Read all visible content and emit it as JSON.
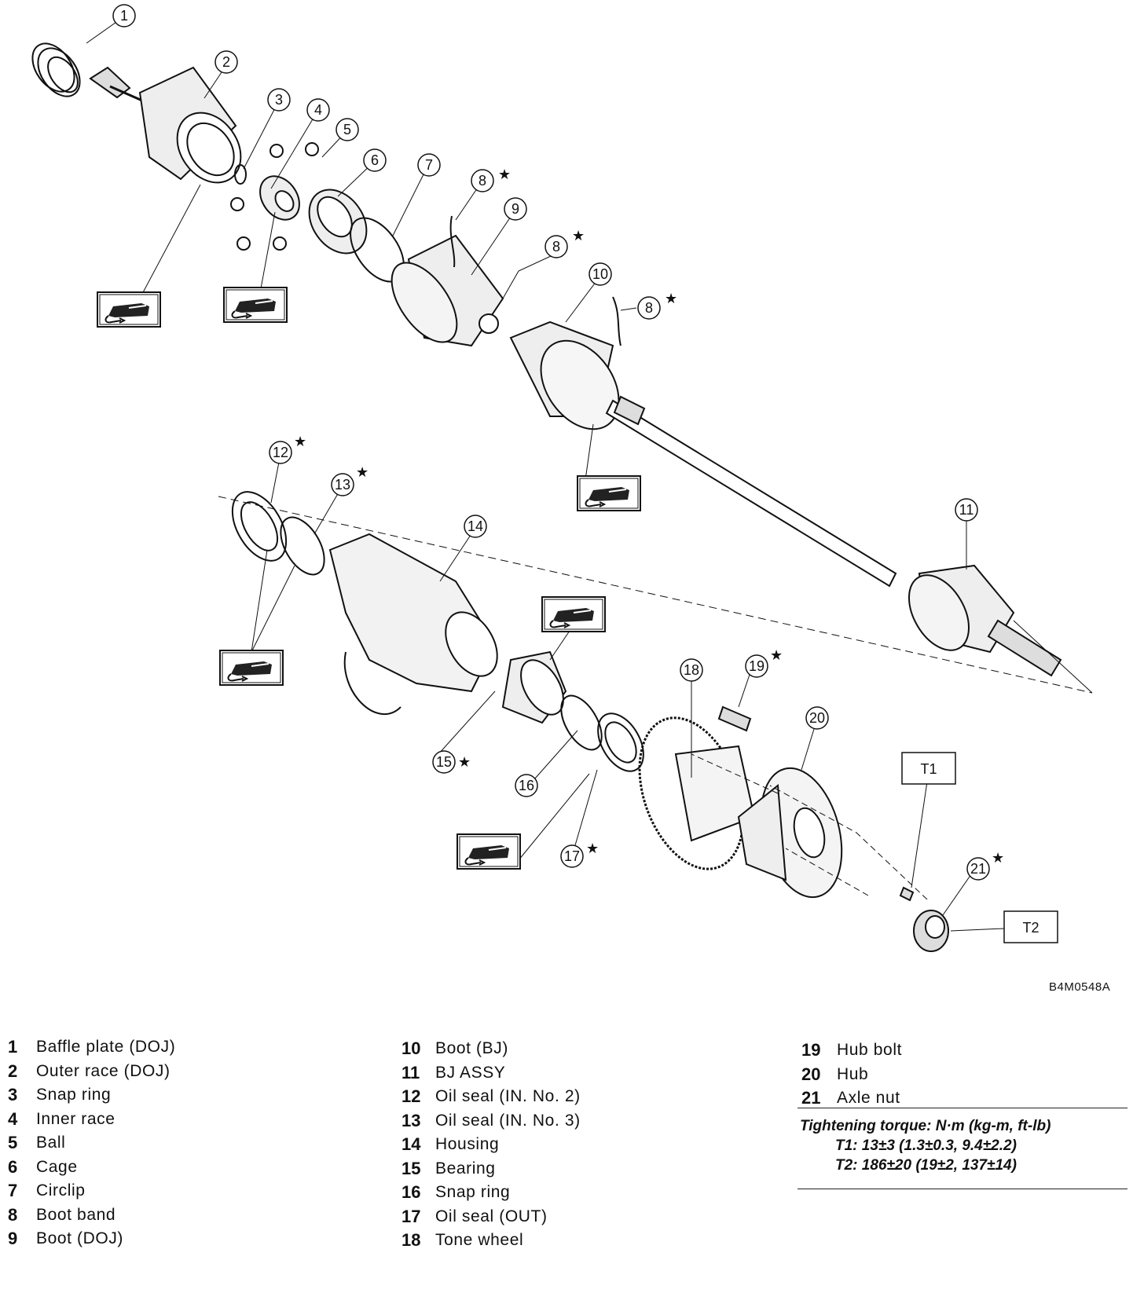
{
  "callouts": [
    {
      "num": "1"
    },
    {
      "num": "2"
    },
    {
      "num": "3"
    },
    {
      "num": "4"
    },
    {
      "num": "5"
    },
    {
      "num": "6"
    },
    {
      "num": "7"
    },
    {
      "num": "8",
      "star": "★"
    },
    {
      "num": "9"
    },
    {
      "num": "8",
      "star": "★"
    },
    {
      "num": "10"
    },
    {
      "num": "8",
      "star": "★"
    },
    {
      "num": "11"
    },
    {
      "num": "12",
      "star": "★"
    },
    {
      "num": "13",
      "star": "★"
    },
    {
      "num": "14"
    },
    {
      "num": "15",
      "star": "★"
    },
    {
      "num": "16"
    },
    {
      "num": "17",
      "star": "★"
    },
    {
      "num": "18"
    },
    {
      "num": "19",
      "star": "★"
    },
    {
      "num": "20"
    },
    {
      "num": "21",
      "star": "★"
    }
  ],
  "torque_labels": [
    "T1",
    "T2"
  ],
  "reference_code": "B4M0548A",
  "legend": {
    "col1": [
      {
        "num": "1",
        "label": "Baffle plate (DOJ)"
      },
      {
        "num": "2",
        "label": "Outer race (DOJ)"
      },
      {
        "num": "3",
        "label": "Snap ring"
      },
      {
        "num": "4",
        "label": "Inner race"
      },
      {
        "num": "5",
        "label": "Ball"
      },
      {
        "num": "6",
        "label": "Cage"
      },
      {
        "num": "7",
        "label": "Circlip"
      },
      {
        "num": "8",
        "label": "Boot band"
      },
      {
        "num": "9",
        "label": "Boot (DOJ)"
      }
    ],
    "col2": [
      {
        "num": "10",
        "label": "Boot (BJ)"
      },
      {
        "num": "11",
        "label": "BJ ASSY"
      },
      {
        "num": "12",
        "label": "Oil seal (IN. No. 2)"
      },
      {
        "num": "13",
        "label": "Oil seal (IN. No. 3)"
      },
      {
        "num": "14",
        "label": "Housing"
      },
      {
        "num": "15",
        "label": "Bearing"
      },
      {
        "num": "16",
        "label": "Snap ring"
      },
      {
        "num": "17",
        "label": "Oil seal (OUT)"
      },
      {
        "num": "18",
        "label": "Tone wheel"
      }
    ],
    "col3": [
      {
        "num": "19",
        "label": "Hub bolt"
      },
      {
        "num": "20",
        "label": "Hub"
      },
      {
        "num": "21",
        "label": "Axle nut"
      }
    ]
  },
  "torque": {
    "title": "Tightening torque: N·m (kg-m, ft-lb)",
    "t1": "T1: 13±3 (1.3±0.3, 9.4±2.2)",
    "t2": "T2: 186±20 (19±2, 137±14)"
  }
}
